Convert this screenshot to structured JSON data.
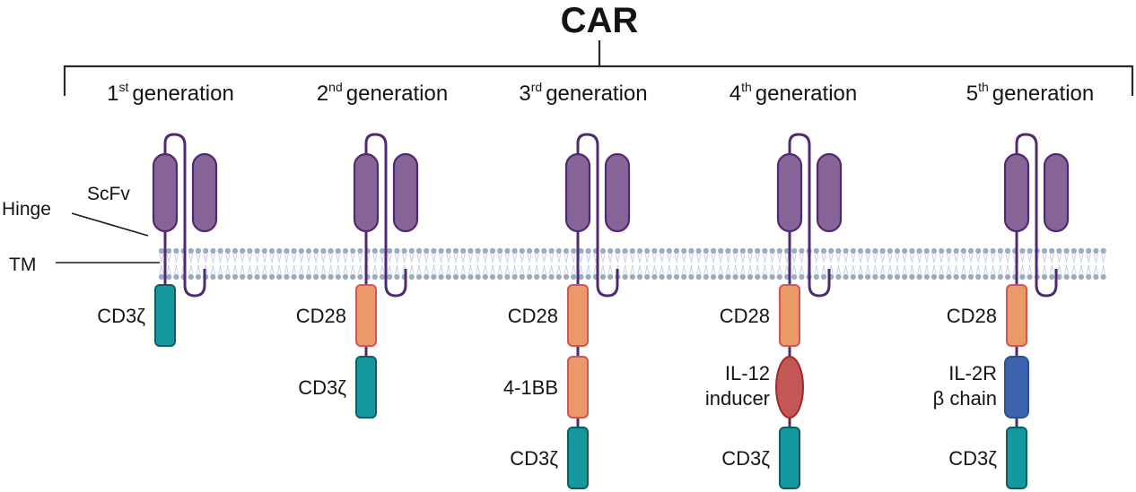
{
  "title": "CAR",
  "generations": [
    {
      "number": "1",
      "suffix": "st",
      "word": "generation",
      "domains": [
        {
          "type": "cd3z",
          "label": [
            "CD3ζ"
          ]
        }
      ]
    },
    {
      "number": "2",
      "suffix": "nd",
      "word": "generation",
      "domains": [
        {
          "type": "costim",
          "label": [
            "CD28"
          ]
        },
        {
          "type": "cd3z",
          "label": [
            "CD3ζ"
          ]
        }
      ]
    },
    {
      "number": "3",
      "suffix": "rd",
      "word": "generation",
      "domains": [
        {
          "type": "costim",
          "label": [
            "CD28"
          ]
        },
        {
          "type": "costim",
          "label": [
            "4-1BB"
          ]
        },
        {
          "type": "cd3z",
          "label": [
            "CD3ζ"
          ]
        }
      ]
    },
    {
      "number": "4",
      "suffix": "th",
      "word": "generation",
      "domains": [
        {
          "type": "costim",
          "label": [
            "CD28"
          ]
        },
        {
          "type": "il12",
          "label": [
            "IL-12",
            "inducer"
          ]
        },
        {
          "type": "cd3z",
          "label": [
            "CD3ζ"
          ]
        }
      ]
    },
    {
      "number": "5",
      "suffix": "th",
      "word": "generation",
      "domains": [
        {
          "type": "costim",
          "label": [
            "CD28"
          ]
        },
        {
          "type": "il2r",
          "label": [
            "IL-2R",
            "β chain"
          ]
        },
        {
          "type": "cd3z",
          "label": [
            "CD3ζ"
          ]
        }
      ]
    }
  ],
  "annotations": {
    "scfv": "ScFv",
    "hinge": "Hinge",
    "tm": "TM"
  },
  "colors": {
    "scfv_fill": "#876598",
    "scfv_stroke": "#4f2a73",
    "linker": "#4f2a73",
    "cd3z_fill": "#14999f",
    "cd3z_stroke": "#0f5e5e",
    "costim_fill": "#e99a67",
    "costim_stroke": "#d2555a",
    "il12_fill": "#c45756",
    "il12_stroke": "#9c2a2c",
    "il2r_fill": "#3c64ae",
    "il2r_stroke": "#2f4f8f",
    "membrane_head": "#9aabc2",
    "membrane_tail": "#c7d3e6",
    "text": "#141414",
    "bracket": "#2a2a2a"
  }
}
